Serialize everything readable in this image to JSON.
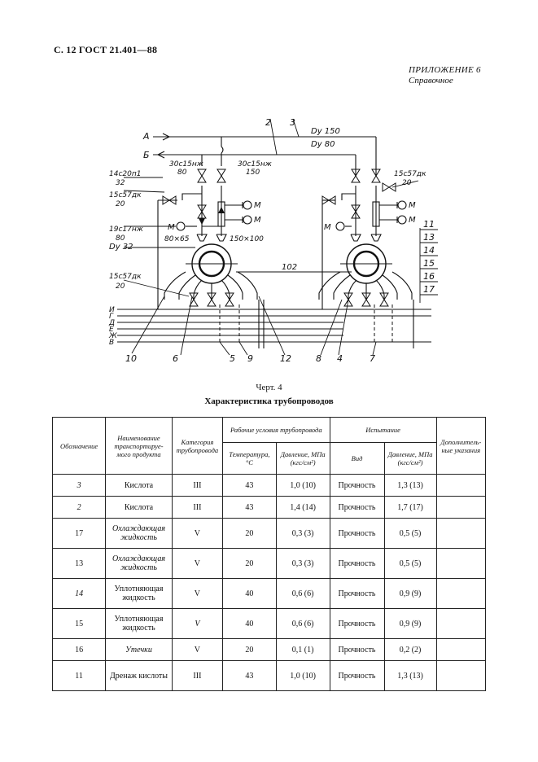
{
  "header": {
    "doc_ref": "С. 12 ГОСТ 21.401—88"
  },
  "appendix": {
    "title": "ПРИЛОЖЕНИЕ 6",
    "subtitle": "Справочное"
  },
  "scheme": {
    "lines_left": [
      "А",
      "Б"
    ],
    "lines_bottom": [
      "И",
      "Г",
      "Д",
      "Е",
      "Ж",
      "В"
    ],
    "callouts_top": [
      "2",
      "3"
    ],
    "dn_labels": [
      "Dу 150",
      "Dу 80",
      "Dу 32"
    ],
    "valve_labels": [
      "30с15нж",
      "80",
      "30с15нж",
      "150",
      "14с20п1",
      "32",
      "15с57дк",
      "20",
      "19с17нж",
      "80",
      "80×65",
      "150×100",
      "15с57дк",
      "20",
      "15с57дк",
      "20"
    ],
    "instruments": [
      "М",
      "М",
      "М",
      "М",
      "М",
      "М"
    ],
    "pump": "102",
    "right_numbers": [
      "11",
      "13",
      "14",
      "15",
      "16",
      "17"
    ],
    "bottom_numbers": [
      "10",
      "6",
      "5",
      "9",
      "12",
      "8",
      "4",
      "7"
    ]
  },
  "figure_caption": "Черт. 4",
  "table_title": "Характеристика трубопроводов",
  "table": {
    "headers": {
      "designation": "Обозначение",
      "product": "Наименование транспортируе-мого продукта",
      "category": "Категория трубопровода",
      "working": "Рабочие условия трубопровода",
      "temperature": "Температура, °С",
      "pressure": "Давление, МПа (кгс/см²)",
      "test": "Испытание",
      "test_type": "Вид",
      "test_pressure": "Давление, МПа (кгс/см²)",
      "notes": "Дополнитель-ные указания"
    },
    "rows": [
      {
        "id": "3",
        "product": "Кислота",
        "cat": "III",
        "temp": "43",
        "pres": "1,0 (10)",
        "type": "Прочность",
        "tpres": "1,3 (13)",
        "note": ""
      },
      {
        "id": "2",
        "product": "Кислота",
        "cat": "III",
        "temp": "43",
        "pres": "1,4 (14)",
        "type": "Прочность",
        "tpres": "1,7 (17)",
        "note": ""
      },
      {
        "id": "17",
        "product": "Охлаждающая жидкость",
        "cat": "V",
        "temp": "20",
        "pres": "0,3 (3)",
        "type": "Прочность",
        "tpres": "0,5 (5)",
        "note": ""
      },
      {
        "id": "13",
        "product": "Охлаждающая жидкость",
        "cat": "V",
        "temp": "20",
        "pres": "0,3 (3)",
        "type": "Прочность",
        "tpres": "0,5 (5)",
        "note": ""
      },
      {
        "id": "14",
        "product": "Уплотняющая жидкость",
        "cat": "V",
        "temp": "40",
        "pres": "0,6 (6)",
        "type": "Прочность",
        "tpres": "0,9 (9)",
        "note": ""
      },
      {
        "id": "15",
        "product": "Уплотняющая жидкость",
        "cat": "V",
        "temp": "40",
        "pres": "0,6 (6)",
        "type": "Прочность",
        "tpres": "0,9 (9)",
        "note": ""
      },
      {
        "id": "16",
        "product": "Утечки",
        "cat": "V",
        "temp": "20",
        "pres": "0,1 (1)",
        "type": "Прочность",
        "tpres": "0,2 (2)",
        "note": ""
      },
      {
        "id": "11",
        "product": "Дренаж кислоты",
        "cat": "III",
        "temp": "43",
        "pres": "1,0 (10)",
        "type": "Прочность",
        "tpres": "1,3 (13)",
        "note": ""
      }
    ]
  }
}
